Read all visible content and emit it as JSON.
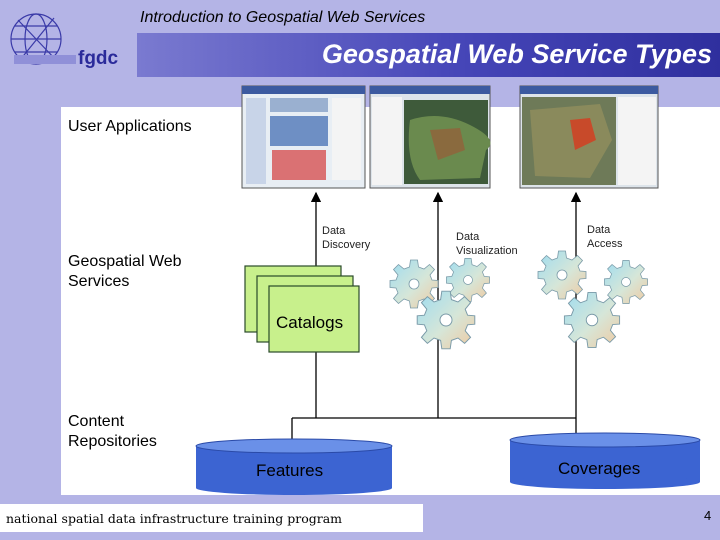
{
  "header": {
    "course_title": "Introduction to Geospatial Web Services",
    "slide_title": "Geospatial Web Service Types",
    "logo_text": "fgdc"
  },
  "layers": {
    "user_applications": "User Applications",
    "geospatial_web_services": "Geospatial Web Services",
    "content_repositories": "Content Repositories"
  },
  "service_types": {
    "data_discovery": "Data Discovery",
    "data_visualization": "Data Visualization",
    "data_access": "Data Access",
    "catalogs": "Catalogs"
  },
  "repositories": {
    "features": "Features",
    "coverages": "Coverages"
  },
  "footer": {
    "program": "national spatial data infrastructure training program",
    "page_number": "4"
  },
  "colors": {
    "title_bar": "#4646b8",
    "background": "#b4b4e6",
    "catalog_fill": "#c8f08c",
    "cylinder": "#3c64d2"
  }
}
